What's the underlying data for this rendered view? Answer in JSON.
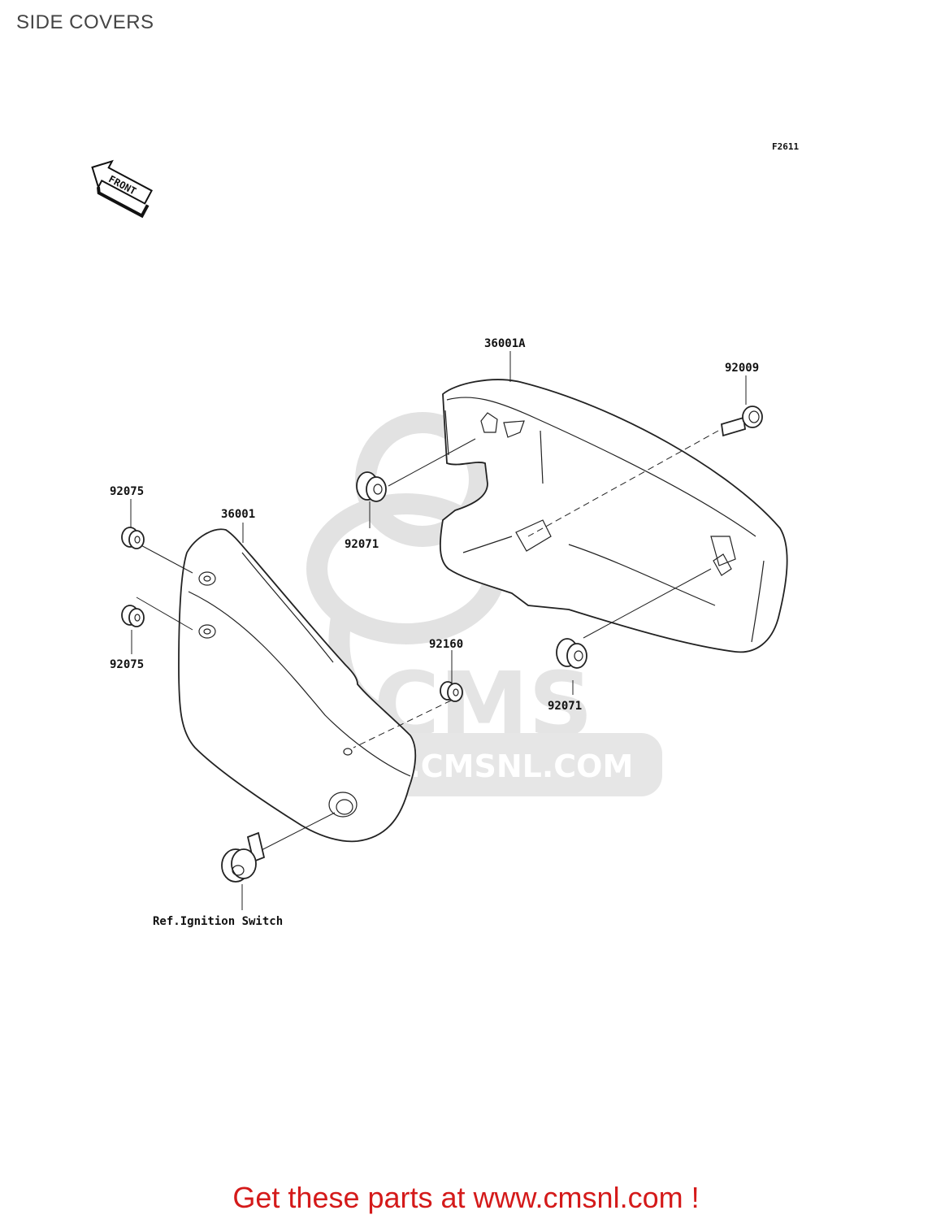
{
  "title": "SIDE COVERS",
  "figure_code": "F2611",
  "front_marker": "FRONT",
  "watermark": {
    "site": "WWW.CMSNL.COM",
    "logo": "CMS"
  },
  "callouts": {
    "cover_right": "36001A",
    "bolt": "92009",
    "grommet_right_upper": "92071",
    "grommet_right_lower": "92071",
    "cover_left": "36001",
    "grommet_left_upper": "92075",
    "grommet_left_lower": "92075",
    "damper": "92160",
    "ignition_ref": "Ref.Ignition Switch"
  },
  "footer": {
    "cta": "Get these parts at www.cmsnl.com !",
    "cta_color": "#d41a1a"
  }
}
